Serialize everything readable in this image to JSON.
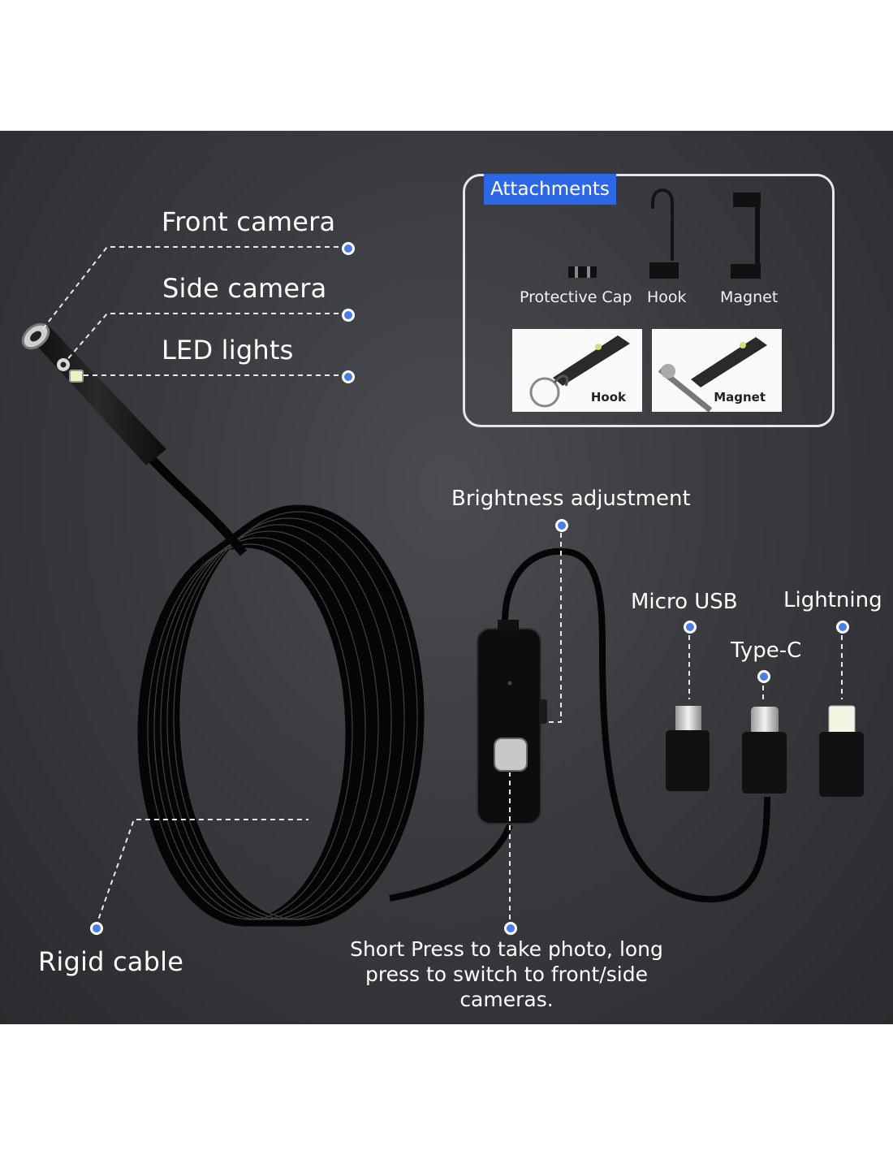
{
  "labels": {
    "front_camera": "Front camera",
    "side_camera": "Side camera",
    "led_lights": "LED lights",
    "brightness": "Brightness adjustment",
    "micro_usb": "Micro USB",
    "type_c": "Type-C",
    "lightning": "Lightning",
    "rigid_cable": "Rigid cable",
    "short_press": "Short Press to take photo, long press to switch to front/side cameras."
  },
  "attachments": {
    "title": "Attachments",
    "items": [
      "Protective Cap",
      "Hook",
      "Magnet"
    ],
    "photos": [
      "Hook",
      "Magnet"
    ]
  },
  "colors": {
    "accent_blue": "#2e67e5",
    "dot_blue": "#4a7ee6",
    "background": "#3a3b3f"
  }
}
